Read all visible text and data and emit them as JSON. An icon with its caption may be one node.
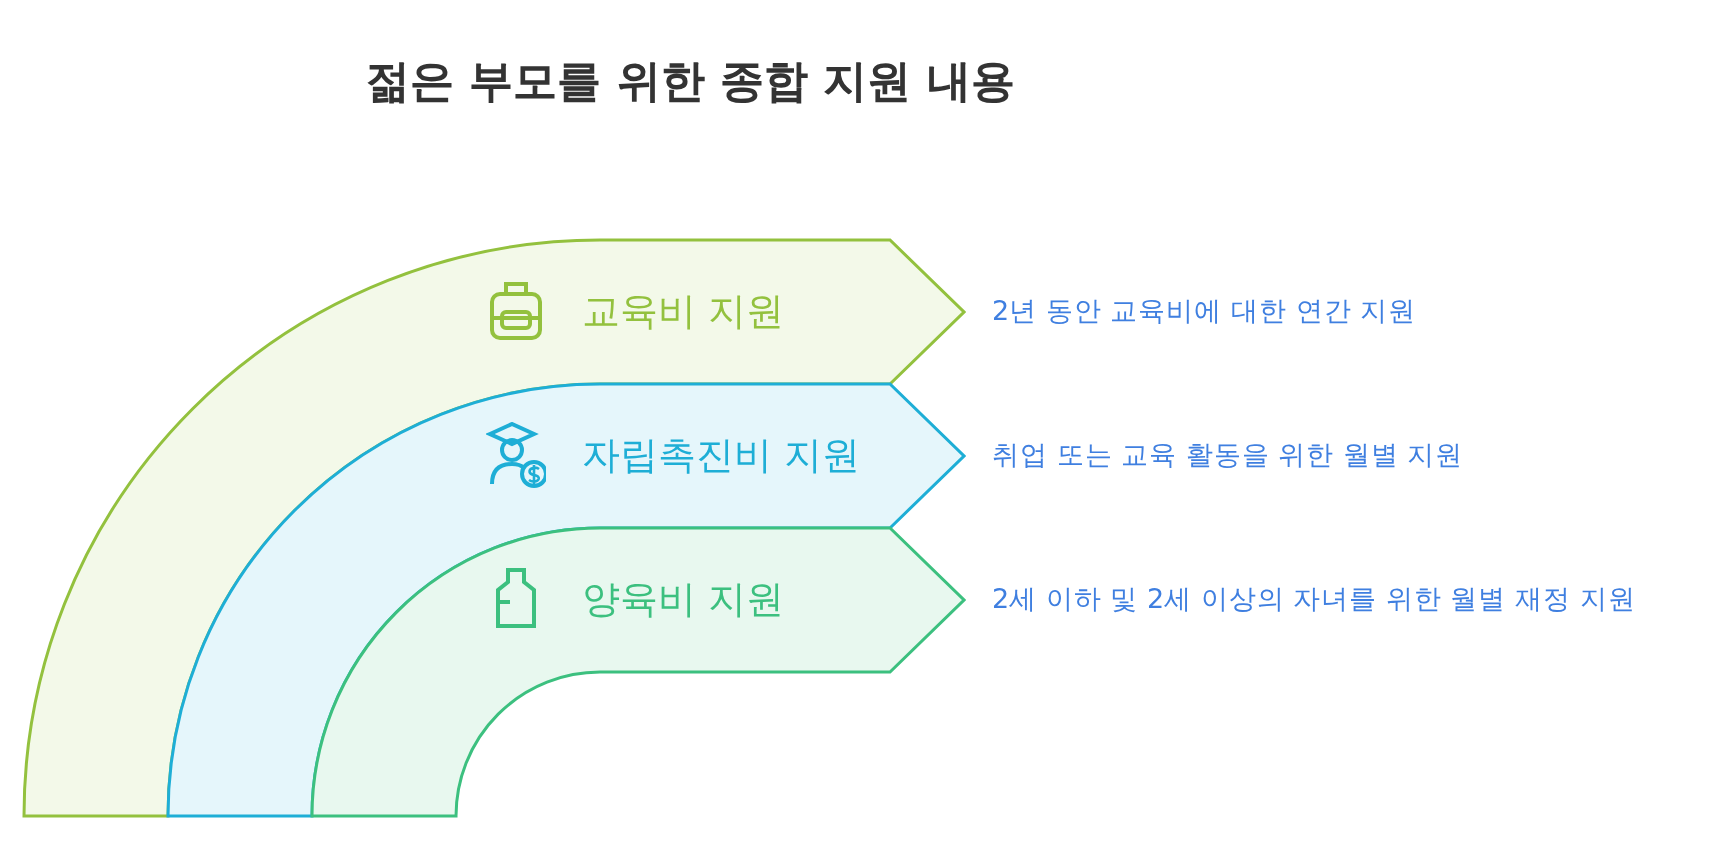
{
  "diagram": {
    "title": "젊은 부모를 위한 종합 지원 내용",
    "nodes": [
      {
        "text": [
          "교육비 지원"
        ],
        "beside": [
          "2년 동안 교육비에 대한 연간 지원"
        ]
      },
      {
        "text": [
          "자립촉진비 지원"
        ],
        "beside": [
          "취업 또는 교육 활동을 위한 월별 지원"
        ]
      },
      {
        "text": [
          "양육비 지원"
        ],
        "beside": [
          "2세 이하 및 2세 이상의 자녀를 위한 월별 재정 지원"
        ]
      }
    ]
  }
}
